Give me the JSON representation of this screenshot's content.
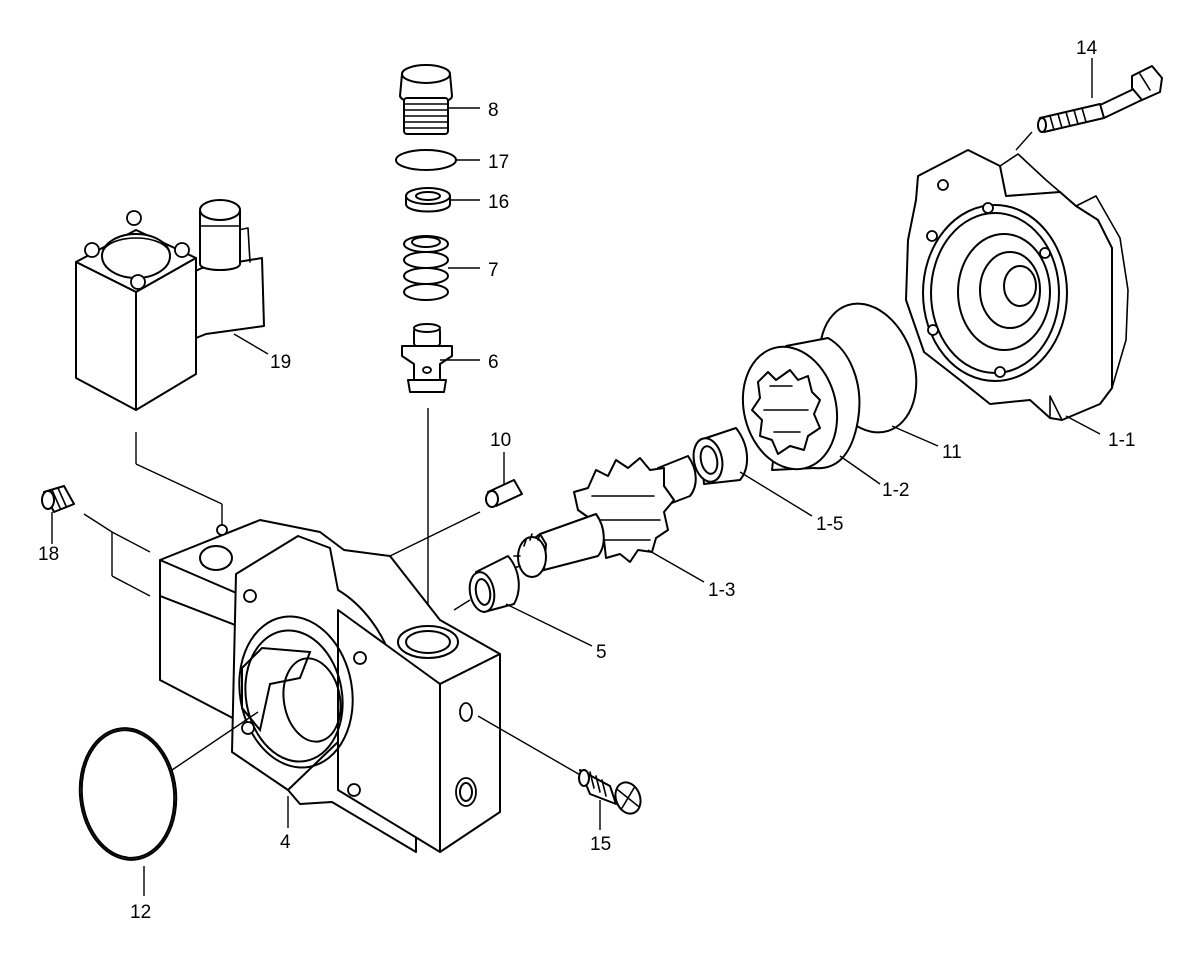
{
  "diagram": {
    "callouts": [
      {
        "id": "p14",
        "label": "14"
      },
      {
        "id": "p8",
        "label": "8"
      },
      {
        "id": "p17",
        "label": "17"
      },
      {
        "id": "p16",
        "label": "16"
      },
      {
        "id": "p7",
        "label": "7"
      },
      {
        "id": "p6",
        "label": "6"
      },
      {
        "id": "p19",
        "label": "19"
      },
      {
        "id": "p10",
        "label": "10"
      },
      {
        "id": "p11",
        "label": "11"
      },
      {
        "id": "p1_1",
        "label": "1-1"
      },
      {
        "id": "p1_2",
        "label": "1-2"
      },
      {
        "id": "p1_5",
        "label": "1-5"
      },
      {
        "id": "p1_3",
        "label": "1-3"
      },
      {
        "id": "p18",
        "label": "18"
      },
      {
        "id": "p5",
        "label": "5"
      },
      {
        "id": "p4",
        "label": "4"
      },
      {
        "id": "p15",
        "label": "15"
      },
      {
        "id": "p12",
        "label": "12"
      }
    ]
  }
}
